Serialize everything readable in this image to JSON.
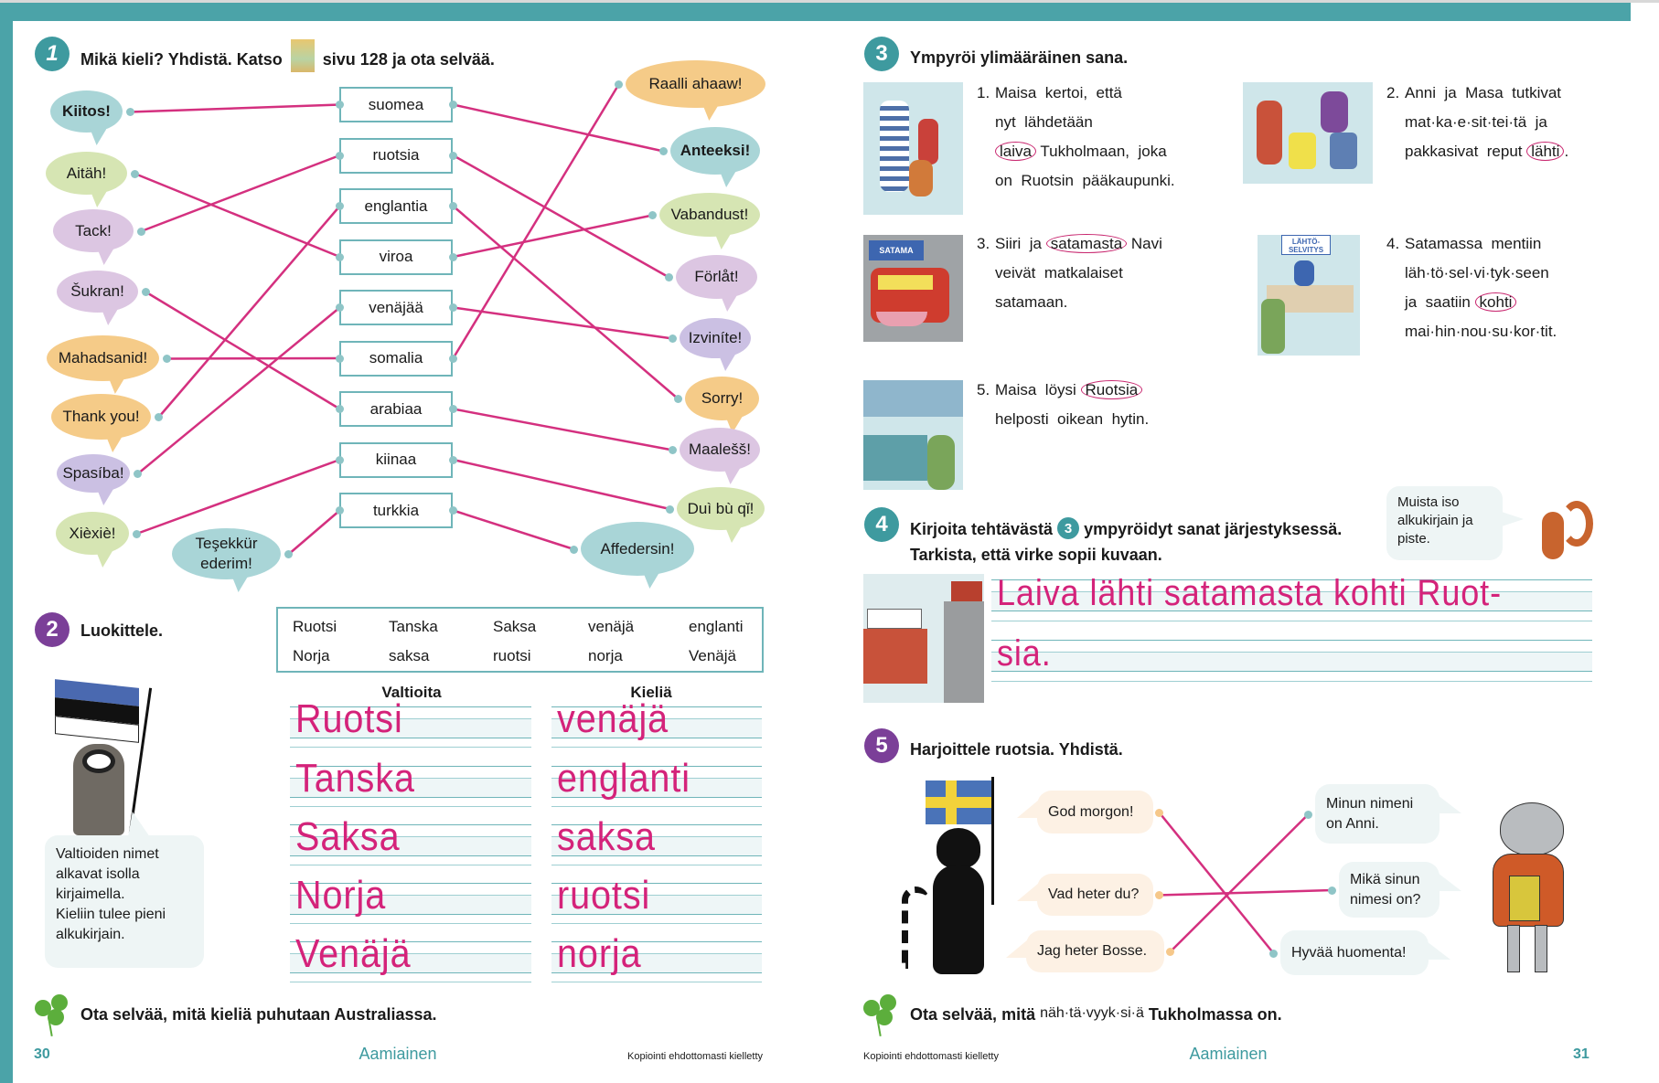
{
  "ex1": {
    "number": "1",
    "title_a": "Mikä kieli? Yhdistä. Katso",
    "title_b": "sivu 128 ja ota selvää.",
    "languages": [
      "suomea",
      "ruotsia",
      "englantia",
      "viroa",
      "venäjää",
      "somalia",
      "arabiaa",
      "kiinaa",
      "turkkia"
    ],
    "left_phrases": [
      {
        "text": "Kiitos!",
        "color": "#a9d5d7",
        "lang": 0,
        "bold": true
      },
      {
        "text": "Aitäh!",
        "color": "#d6e5b3",
        "lang": 3
      },
      {
        "text": "Tack!",
        "color": "#dcc6e2",
        "lang": 1
      },
      {
        "text": "Šukran!",
        "color": "#dcc6e2",
        "lang": 6
      },
      {
        "text": "Mahadsanid!",
        "color": "#f5cb88",
        "lang": 5
      },
      {
        "text": "Thank you!",
        "color": "#f5cb88",
        "lang": 2
      },
      {
        "text": "Spasíba!",
        "color": "#cbc0e3",
        "lang": 4
      },
      {
        "text": "Xièxiè!",
        "color": "#d6e5b3",
        "lang": 7
      },
      {
        "text": "Teşekkür ederim!",
        "color": "#a9d5d7",
        "lang": 8
      }
    ],
    "right_phrases": [
      {
        "text": "Raalli ahaaw!",
        "color": "#f5cb88",
        "lang": 5
      },
      {
        "text": "Anteeksi!",
        "color": "#a9d5d7",
        "lang": 0,
        "bold": true
      },
      {
        "text": "Vabandust!",
        "color": "#d6e5b3",
        "lang": 3
      },
      {
        "text": "Förlåt!",
        "color": "#dcc6e2",
        "lang": 1
      },
      {
        "text": "Izviníte!",
        "color": "#cbc0e3",
        "lang": 4
      },
      {
        "text": "Sorry!",
        "color": "#f5cb88",
        "lang": 2
      },
      {
        "text": "Maalešš!",
        "color": "#dcc6e2",
        "lang": 6
      },
      {
        "text": "Duì bù qǐ!",
        "color": "#d6e5b3",
        "lang": 7
      },
      {
        "text": "Affedersin!",
        "color": "#a9d5d7",
        "lang": 8
      }
    ]
  },
  "ex2": {
    "number": "2",
    "title": "Luokittele.",
    "words": [
      [
        "Ruotsi",
        "Tanska",
        "Saksa",
        "venäjä",
        "englanti"
      ],
      [
        "Norja",
        "saksa",
        "ruotsi",
        "norja",
        "Venäjä"
      ]
    ],
    "col_states": "Valtioita",
    "col_languages": "Kieliä",
    "states": [
      "Ruotsi",
      "Tanska",
      "Saksa",
      "Norja",
      "Venäjä"
    ],
    "languages": [
      "venäjä",
      "englanti",
      "saksa",
      "ruotsi",
      "norja"
    ],
    "hint": [
      "Valtioiden nimet",
      "alkavat isolla",
      "kirjaimella.",
      "Kieliin tulee pieni",
      "alkukirjain."
    ]
  },
  "ex3": {
    "number": "3",
    "title": "Ympyröi ylimääräinen sana.",
    "items": [
      {
        "num": "1.",
        "lines": [
          {
            "pre": "Maisa  kertoi,  että"
          },
          {
            "pre": "nyt  lähdetään"
          },
          {
            "circled": "laiva",
            "post": " Tukholmaan,  joka"
          },
          {
            "pre": "on  Ruotsin  pääkaupunki."
          }
        ]
      },
      {
        "num": "2.",
        "lines": [
          {
            "pre": "Anni  ja  Masa  tutkivat"
          },
          {
            "pre": "mat·ka·e·sit·tei·tä  ja"
          },
          {
            "pre": "pakkasivat  reput ",
            "circled": "lähti",
            "post": "."
          }
        ]
      },
      {
        "num": "3.",
        "lines": [
          {
            "pre": "Siiri  ja ",
            "circled": "satamasta",
            "post": " Navi"
          },
          {
            "pre": "veivät  matkalaiset"
          },
          {
            "pre": "satamaan."
          }
        ]
      },
      {
        "num": "4.",
        "lines": [
          {
            "pre": "Satamassa  mentiin"
          },
          {
            "pre": "läh·tö·sel·vi·tyk·seen"
          },
          {
            "pre": "ja  saatiin ",
            "circled": "kohti"
          },
          {
            "pre": "mai·hin·nou·su·kor·tit."
          }
        ]
      },
      {
        "num": "5.",
        "lines": [
          {
            "pre": "Maisa  löysi ",
            "circled": "Ruotsia"
          },
          {
            "pre": "helposti  oikean  hytin."
          }
        ]
      }
    ],
    "sign_satama": "SATAMA",
    "sign_lahto": "LÄHTÖ-SELVITYS"
  },
  "ex4": {
    "number": "4",
    "title_a": "Kirjoita tehtävästä",
    "ref": "3",
    "title_b": "ympyröidyt sanat järjestyksessä.",
    "title_c": "Tarkista, että virke sopii kuvaan.",
    "hint": [
      "Muista iso",
      "alkukirjain ja",
      "piste."
    ],
    "answer_line1": "Laiva lähti satamasta kohti Ruot-",
    "answer_line2": "sia."
  },
  "ex5": {
    "number": "5",
    "title": "Harjoittele ruotsia. Yhdistä.",
    "swedish": [
      "God morgon!",
      "Vad heter du?",
      "Jag heter Bosse."
    ],
    "finnish": [
      [
        "Minun nimeni",
        "on Anni."
      ],
      [
        "Mikä sinun",
        "nimesi on?"
      ],
      [
        "Hyvää huomenta!"
      ]
    ],
    "matches": [
      [
        0,
        2
      ],
      [
        1,
        1
      ],
      [
        2,
        0
      ]
    ]
  },
  "footer_left": {
    "task": "Ota selvää, mitä kieliä puhutaan Australiassa.",
    "page": "30",
    "book": "Aamiainen",
    "copy": "Kopiointi ehdottomasti kielletty"
  },
  "footer_right": {
    "task_a": "Ota selvää, mitä",
    "task_b": "näh·tä·vyyk·si·ä",
    "task_c": "Tukholmassa on.",
    "page": "31",
    "book": "Aamiainen",
    "copy": "Kopiointi ehdottomasti kielletty"
  },
  "colors": {
    "teal": "#4ba3a8",
    "pink_line": "#d4307f",
    "handwriting": "#d4237a",
    "purple": "#7b3f98"
  }
}
